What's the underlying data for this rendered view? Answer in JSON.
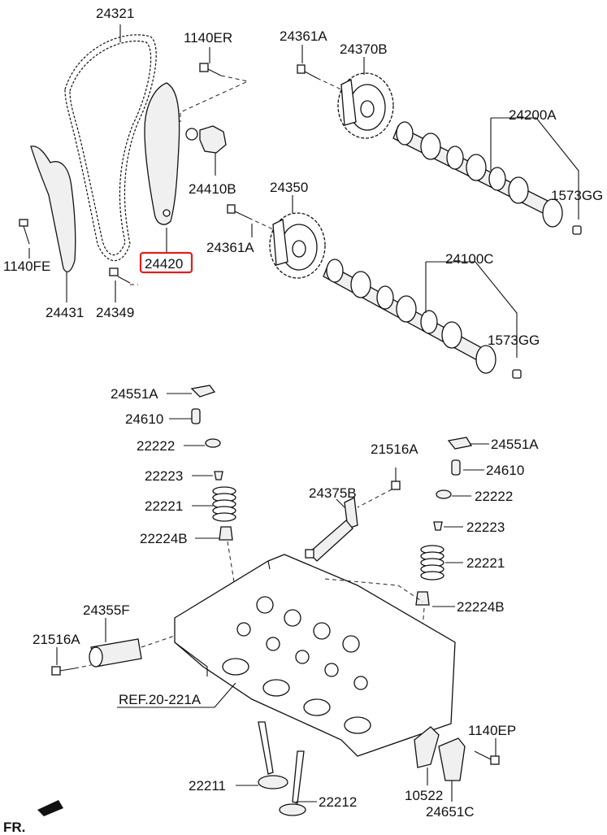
{
  "callouts": {
    "p24321": "24321",
    "p1140ER": "1140ER",
    "p24361A_top": "24361A",
    "p24370B": "24370B",
    "p24200A": "24200A",
    "p1573GG_top": "1573GG",
    "p24410B": "24410B",
    "p24350": "24350",
    "p24361A_mid": "24361A",
    "p24420": "24420",
    "p1140FE": "1140FE",
    "p24431": "24431",
    "p24349": "24349",
    "p24100C": "24100C",
    "p1573GG_mid": "1573GG",
    "p24551A_left": "24551A",
    "p24610_left": "24610",
    "p22222_left": "22222",
    "p22223_left": "22223",
    "p22221_left": "22221",
    "p22224B_left": "22224B",
    "p21516A_top": "21516A",
    "p24375B": "24375B",
    "p24551A_right": "24551A",
    "p24610_right": "24610",
    "p22222_right": "22222",
    "p22223_right": "22223",
    "p22221_right": "22221",
    "p22224B_right": "22224B",
    "p24355F": "24355F",
    "p21516A_left": "21516A",
    "ref": "REF.20-221A",
    "p1140EP": "1140EP",
    "p22211": "22211",
    "p22212": "22212",
    "p10522": "10522",
    "p24651C": "24651C",
    "fr": "FR."
  },
  "highlight_color": "#e0201b",
  "highlighted_part": "24420"
}
